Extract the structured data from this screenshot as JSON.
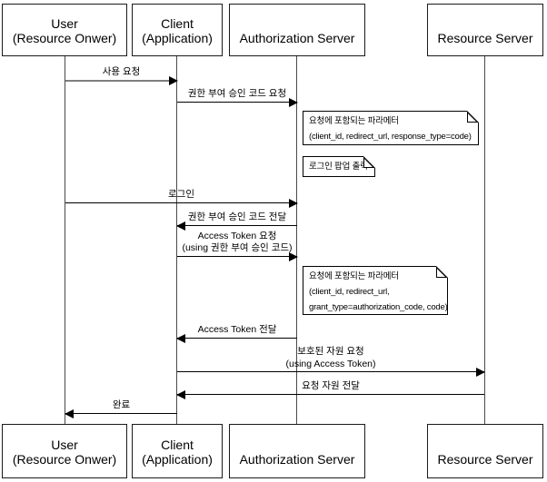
{
  "diagram": {
    "actors": [
      {
        "name": "User",
        "sub": "(Resource Onwer)"
      },
      {
        "name": "Client",
        "sub": "(Application)"
      },
      {
        "name": "Authorization Server",
        "sub": ""
      },
      {
        "name": "Resource Server",
        "sub": ""
      }
    ],
    "messages": [
      {
        "from": "user",
        "to": "client",
        "label": "사용 요청"
      },
      {
        "from": "client",
        "to": "auth",
        "label": "권한 부여 승인 코드 요청"
      },
      {
        "from": "user",
        "to": "auth",
        "label": "로그인"
      },
      {
        "from": "auth",
        "to": "client",
        "label": "권한 부여 승인 코드 전달"
      },
      {
        "from": "client",
        "to": "auth",
        "label": "Access Token 요청",
        "label2": "(using 권한 부여 승인 코드)"
      },
      {
        "from": "auth",
        "to": "client",
        "label": "Access Token 전달"
      },
      {
        "from": "client",
        "to": "resource",
        "label": "보호된 자원 요청",
        "label2": "(using Access Token)"
      },
      {
        "from": "resource",
        "to": "client",
        "label": "요청 자원 전달"
      },
      {
        "from": "client",
        "to": "user",
        "label": "완료"
      }
    ],
    "notes": [
      {
        "lines": [
          "요청에 포함되는 파라메터",
          "(client_id, redirect_url, response_type=code)"
        ]
      },
      {
        "lines": [
          "로그인 팝업 출력"
        ]
      },
      {
        "lines": [
          "요청에 포함되는 파라메터",
          "(client_id, redirect_url,",
          "grant_type=authorization_code, code)"
        ]
      }
    ]
  }
}
